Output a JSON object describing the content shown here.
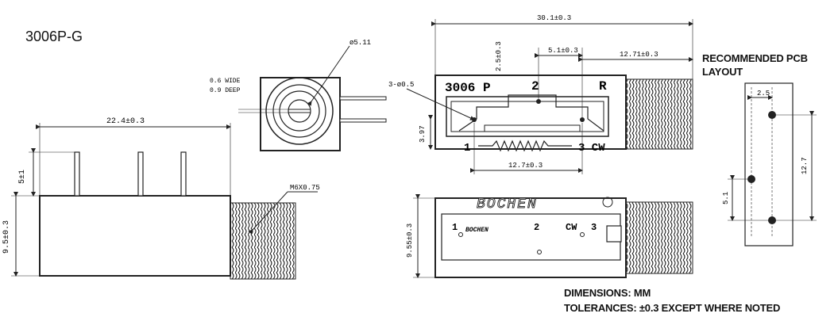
{
  "title": "3006P-G",
  "recommended": {
    "line1": "RECOMMENDED PCB",
    "line2": "LAYOUT"
  },
  "notes": {
    "units": "DIMENSIONS: MM",
    "tolerance": "TOLERANCES: ±0.3 EXCEPT WHERE NOTED"
  },
  "side_view": {
    "length": "22.4±0.3",
    "pin_height": "5±1",
    "height": "9.5±0.3",
    "thread": "M6X0.75"
  },
  "end_view": {
    "slot_wide": "0.6 WIDE",
    "slot_deep": "0.9 DEEP",
    "diameter": "ø5.11"
  },
  "top_view": {
    "overall": "30.1±0.3",
    "pitch": "5.1±0.3",
    "thread_len": "12.71±0.3",
    "offset": "2.5±0.3",
    "holes": "3-ø0.5",
    "depth": "3.97",
    "span": "12.7±0.3",
    "label_model": "3006 P",
    "label_pin2": "2",
    "label_r": "R",
    "label_pin1": "1",
    "label_pin3cw": "3 CW"
  },
  "bottom_view": {
    "brand": "BOCHEN",
    "height": "9.55±0.3",
    "pin1": "1",
    "small_brand": "BOCHEN",
    "pin2": "2",
    "cw": "CW",
    "pin3": "3"
  },
  "pcb": {
    "pitch": "2.5",
    "span": "12.7",
    "offset": "5.1"
  }
}
